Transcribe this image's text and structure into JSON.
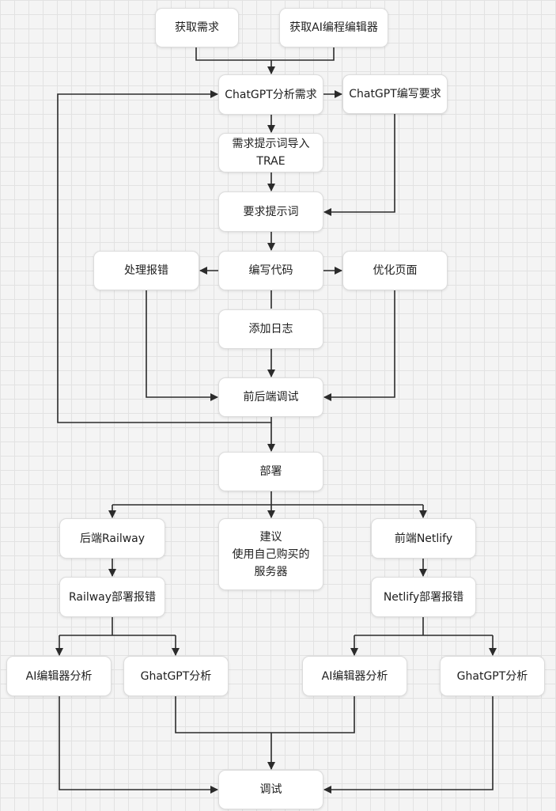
{
  "nodes": {
    "get_requirements": "获取需求",
    "get_ai_editor": "获取AI编程编辑器",
    "chatgpt_analyze": "ChatGPT分析需求",
    "chatgpt_write": "ChatGPT编写要求",
    "prompt_to_trae": "需求提示词导入\nTRAE",
    "requirement_prompt": "要求提示词",
    "handle_errors": "处理报错",
    "write_code": "编写代码",
    "optimize_page": "优化页面",
    "add_logs": "添加日志",
    "debug_fullstack": "前后端调试",
    "deploy": "部署",
    "backend_railway": "后端Railway",
    "suggestion": "建议\n使用自己购买的\n服务器",
    "frontend_netlify": "前端Netlify",
    "railway_errors": "Railway部署报错",
    "netlify_errors": "Netlify部署报错",
    "ai_analyze_left": "AI编辑器分析",
    "gpt_analyze_left": "GhatGPT分析",
    "ai_analyze_right": "AI编辑器分析",
    "gpt_analyze_right": "GhatGPT分析",
    "debug": "调试"
  },
  "colors": {
    "line": "#2b2b2b",
    "node_border": "#dcdcdc",
    "node_fill": "#ffffff"
  }
}
